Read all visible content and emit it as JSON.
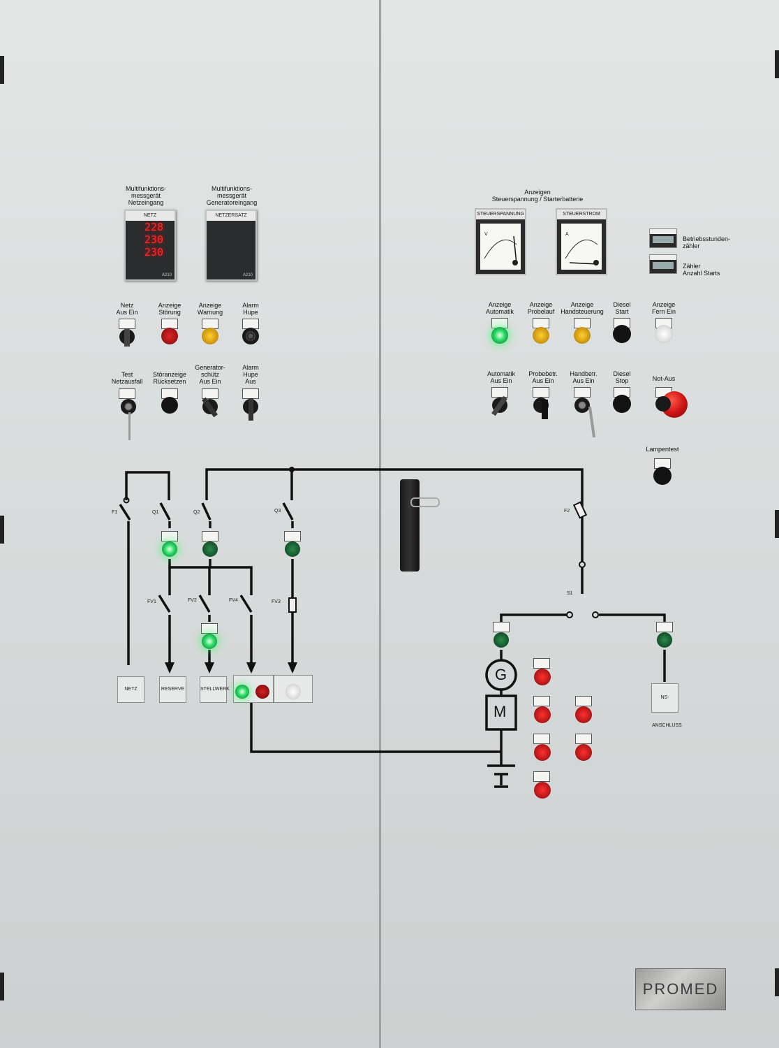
{
  "left_meters": [
    {
      "caption": "Multifunktions-\nmessgerät\nNetzeingang",
      "display_label": "NETZ",
      "readings": [
        "228",
        "230",
        "230"
      ],
      "model": "A210"
    },
    {
      "caption": "Multifunktions-\nmessgerät\nGeneratoreingang",
      "display_label": "NETZERSATZ",
      "readings": [
        "",
        "",
        ""
      ],
      "model": "A210"
    }
  ],
  "right_header": "Anzeigen\nSteuerspannung / Starterbatterie",
  "gauges": [
    {
      "label": "STEUERSPANNUNG",
      "unit": "V"
    },
    {
      "label": "STEUERSTROM",
      "unit": "A"
    }
  ],
  "counters": [
    {
      "caption": "Betriebsstunden-\nzähler"
    },
    {
      "caption": "Zähler\nAnzahl Starts"
    }
  ],
  "left_row1": [
    "Netz\nAus Ein",
    "Anzeige\nStörung",
    "Anzeige\nWarnung",
    "Alarm\nHupe"
  ],
  "left_row2": [
    "Test\nNetzausfall",
    "Störanzeige\nRücksetzen",
    "Generator-\nschütz\nAus Ein",
    "Alarm\nHupe\nAus"
  ],
  "right_row1": [
    "Anzeige\nAutomatik",
    "Anzeige\nProbelauf",
    "Anzeige\nHandsteuerung",
    "Diesel\nStart",
    "Anzeige\nFern Ein"
  ],
  "right_row2": [
    "Automatik\nAus Ein",
    "Probebetr.\nAus Ein",
    "Handbetr.\nAus Ein",
    "Diesel\nStop",
    "Not-Aus"
  ],
  "lamp_test": "Lampentest",
  "diagram": {
    "switches": [
      "F1",
      "Q1",
      "Q2",
      "Q3",
      "F2",
      "FV1",
      "FV2",
      "FV4",
      "FV3",
      "S1"
    ],
    "outputs": [
      "NETZ",
      "RESERVE",
      "STELLWERK",
      "NS-ANSCHLUSS"
    ],
    "generator": "G",
    "motor": "M"
  },
  "brand": "PROMED"
}
